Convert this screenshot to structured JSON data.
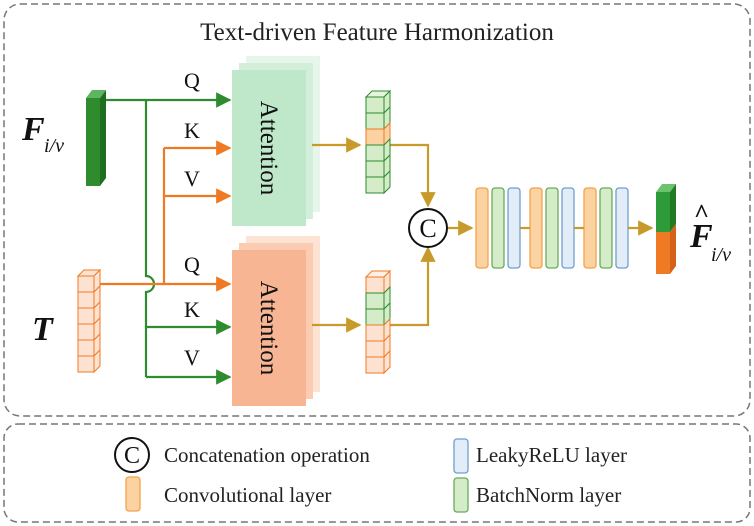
{
  "title": "Text-driven Feature Harmonization",
  "inputs": {
    "f_symbol": "F",
    "f_subscript": "i/v",
    "t_symbol": "T"
  },
  "output": {
    "symbol": "F",
    "hat": "^",
    "subscript": "i/v"
  },
  "top_branch": {
    "labels": [
      "Q",
      "K",
      "V"
    ],
    "block_label": "Attention"
  },
  "bottom_branch": {
    "labels": [
      "Q",
      "K",
      "V"
    ],
    "block_label": "Attention"
  },
  "concat_symbol": "C",
  "legend": {
    "concat": "Concatenation operation",
    "conv": "Convolutional layer",
    "leakyrelu": "LeakyReLU layer",
    "batchnorm": "BatchNorm layer"
  },
  "colors": {
    "green": "#2e8b2e",
    "orange": "#f07a24",
    "olive": "#c89a2a",
    "attention_top": "#bfe8cb",
    "attention_bottom": "#f7b594",
    "conv_fill": "#fbd3a3",
    "relu_fill": "#e3edf7",
    "bn_fill": "#d4ecc8"
  }
}
